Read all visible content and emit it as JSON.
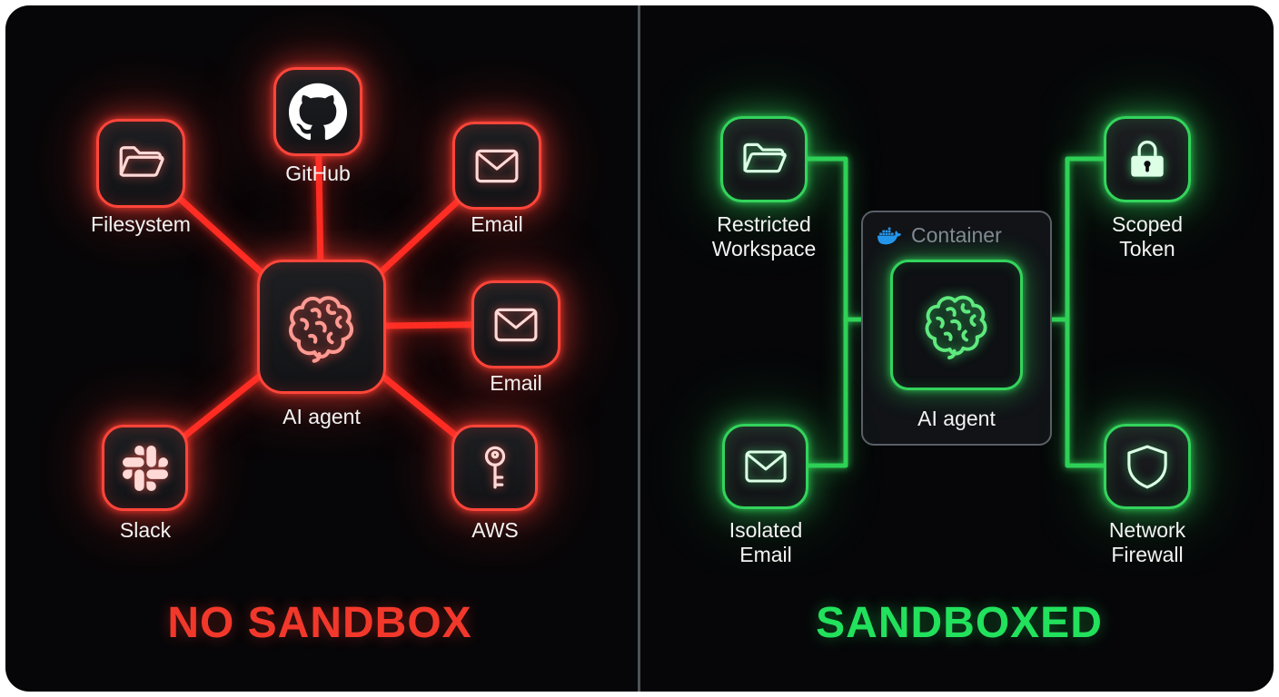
{
  "palette": {
    "danger_red": "#ff3b30",
    "safe_green": "#2fd157",
    "docker_blue": "#2496ed",
    "title_red": "#f2382b",
    "title_green": "#22e15c",
    "background": "#060608"
  },
  "left_panel": {
    "title": "NO SANDBOX",
    "center": {
      "label": "AI agent",
      "icon": "brain-icon"
    },
    "nodes": [
      {
        "id": "filesystem",
        "label": "Filesystem",
        "icon": "folder-icon"
      },
      {
        "id": "github",
        "label": "GitHub",
        "icon": "github-icon"
      },
      {
        "id": "email-top",
        "label": "Email",
        "icon": "envelope-icon"
      },
      {
        "id": "email-right",
        "label": "Email",
        "icon": "envelope-icon"
      },
      {
        "id": "slack",
        "label": "Slack",
        "icon": "slack-icon"
      },
      {
        "id": "aws",
        "label": "AWS",
        "icon": "key-icon"
      }
    ]
  },
  "right_panel": {
    "title": "SANDBOXED",
    "container": {
      "label": "Container",
      "icon": "docker-icon"
    },
    "center": {
      "label": "AI agent",
      "icon": "brain-icon"
    },
    "nodes": [
      {
        "id": "restricted-workspace",
        "label": "Restricted Workspace",
        "lines": [
          "Restricted",
          "Workspace"
        ],
        "icon": "folder-icon"
      },
      {
        "id": "scoped-token",
        "label": "Scoped Token",
        "lines": [
          "Scoped",
          "Token"
        ],
        "icon": "lock-icon"
      },
      {
        "id": "isolated-email",
        "label": "Isolated Email",
        "lines": [
          "Isolated",
          "Email"
        ],
        "icon": "envelope-icon"
      },
      {
        "id": "network-firewall",
        "label": "Network Firewall",
        "lines": [
          "Network",
          "Firewall"
        ],
        "icon": "shield-icon"
      }
    ]
  }
}
